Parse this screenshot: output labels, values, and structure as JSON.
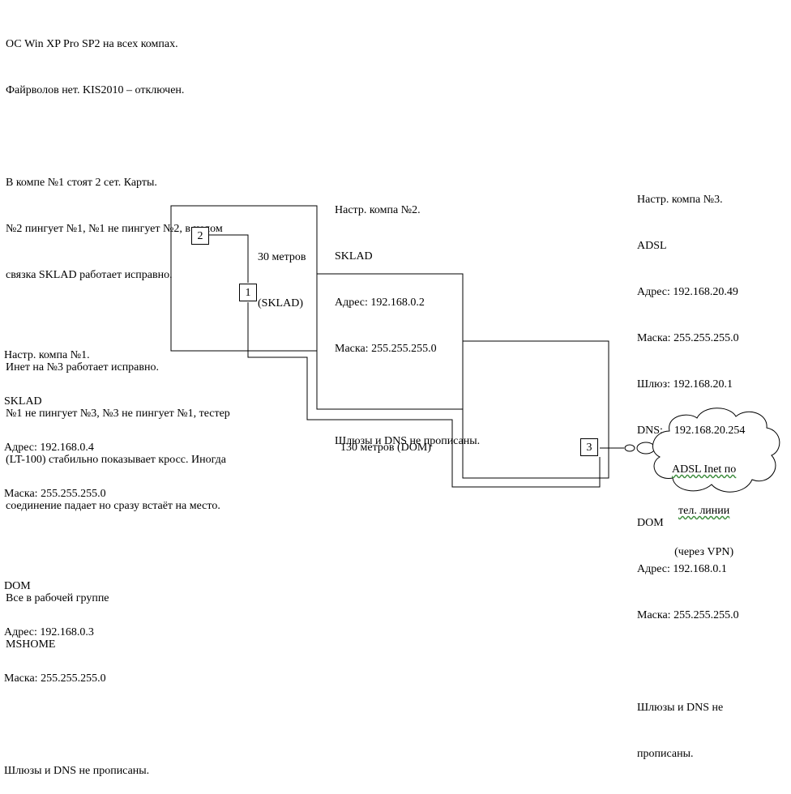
{
  "header": {
    "lines": [
      "ОС Win XP Pro SP2 на всех компах.",
      "Файрволов нет. KIS2010 – отключен.",
      "",
      "В компе №1 стоят 2 сет. Карты.",
      "№2 пингует №1, №1 не пингует №2, в целом",
      "связка SKLAD работает исправно.",
      "",
      "Инет на №3 работает исправно.",
      "№1 не пингует №3, №3 не пингует №1, тестер",
      "(LT-100) стабильно показывает кросс. Иногда",
      "соединение падает но сразу встаёт на место.",
      "",
      "Все в рабочей группе",
      "MSHOME"
    ]
  },
  "pc1": {
    "lines": [
      "Настр. компа №1.",
      "SKLAD",
      "Адрес: 192.168.0.4",
      "Маска: 255.255.255.0",
      "",
      "DOM",
      "Адрес: 192.168.0.3",
      "Маска: 255.255.255.0",
      "",
      "Шлюзы и DNS не прописаны."
    ]
  },
  "pc2": {
    "lines": [
      "Настр. компа №2.",
      "SKLAD",
      "Адрес: 192.168.0.2",
      "Маска: 255.255.255.0",
      "",
      "Шлюзы и DNS не прописаны."
    ]
  },
  "pc3": {
    "lines": [
      "Настр. компа №3.",
      "ADSL",
      "Адрес: 192.168.20.49",
      "Маска: 255.255.255.0",
      "Шлюз: 192.168.20.1",
      "DNS:    192.168.20.254",
      "",
      "DOM",
      "Адрес: 192.168.0.1",
      "Маска: 255.255.255.0",
      "",
      "Шлюзы и DNS не",
      "прописаны."
    ]
  },
  "labels": {
    "sklad_length_1": "30 метров",
    "sklad_length_2": "(SKLAD)",
    "dom_length": "130 метров (DOM)"
  },
  "nodes": {
    "node1": "1",
    "node2": "2",
    "node3": "3"
  },
  "cloud": {
    "line1": "ADSL Inet по",
    "line2": "тел. линии",
    "line3": "(через VPN)"
  }
}
